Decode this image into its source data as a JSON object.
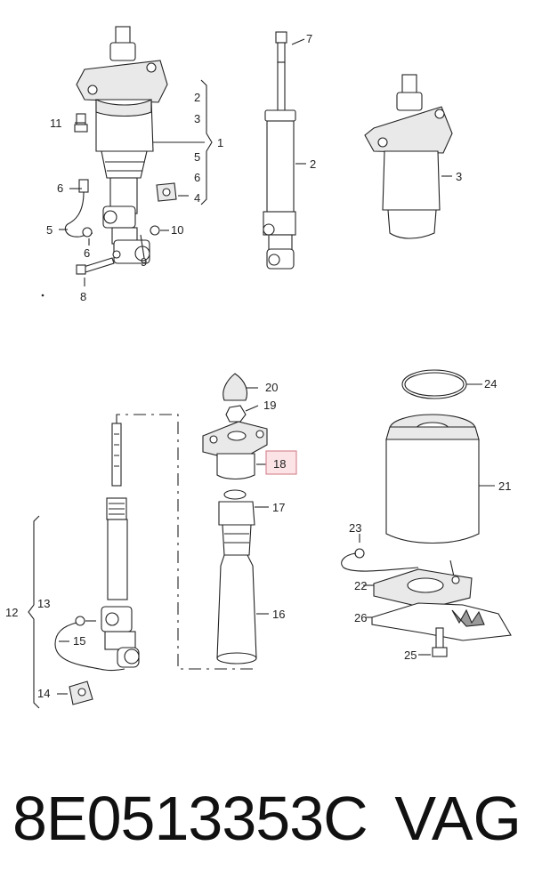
{
  "callouts": {
    "c1": "1",
    "c2": "2",
    "c3": "3",
    "c4": "4",
    "c5": "5",
    "c6": "6",
    "c7": "7",
    "c8": "8",
    "c9": "9",
    "c10": "10",
    "c11": "11",
    "c12": "12",
    "c13": "13",
    "c14": "14",
    "c15": "15",
    "c16": "16",
    "c17": "17",
    "c18": "18",
    "c19": "19",
    "c20": "20",
    "c21": "21",
    "c22": "22",
    "c23": "23",
    "c24": "24",
    "c25": "25",
    "c26": "26",
    "bracket1": [
      "2",
      "3",
      "5",
      "6",
      "4"
    ]
  },
  "highlight": {
    "callout": "18",
    "color": "#fbe3e6",
    "border": "#d98a95"
  },
  "footer": {
    "part_number": "8E0513353C",
    "brand": "VAG"
  }
}
